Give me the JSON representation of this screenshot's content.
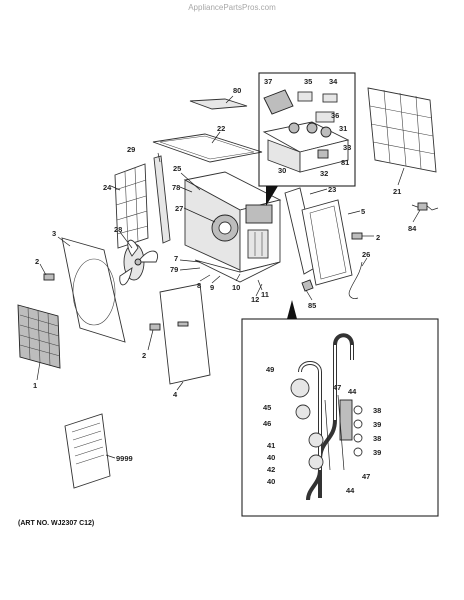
{
  "header": {
    "site": "AppliancePartsPros.com"
  },
  "footer": {
    "art_number": "(ART NO. WJ2307 C12)"
  },
  "callouts": {
    "c80": "80",
    "c22": "22",
    "c29": "29",
    "c24": "24",
    "c25": "25",
    "c78": "78",
    "c27": "27",
    "c28": "28",
    "c3": "3",
    "c2a": "2",
    "c2b": "2",
    "c2c": "2",
    "c1": "1",
    "c4": "4",
    "c7": "7",
    "c79": "79",
    "c8": "8",
    "c9": "9",
    "c10": "10",
    "c11": "11",
    "c12": "12",
    "c23": "23",
    "c5": "5",
    "c21": "21",
    "c84": "84",
    "c26": "26",
    "c85": "85",
    "c9999": "9999",
    "c37": "37",
    "c35": "35",
    "c34": "34",
    "c36": "36",
    "c31": "31",
    "c33": "33",
    "c81": "81",
    "c30": "30",
    "c32": "32",
    "c49": "49",
    "c47a": "47",
    "c44a": "44",
    "c45": "45",
    "c38a": "38",
    "c46": "46",
    "c39a": "39",
    "c41": "41",
    "c38b": "38",
    "c40a": "40",
    "c39b": "39",
    "c42": "42",
    "c40b": "40",
    "c47b": "47",
    "c44b": "44"
  }
}
